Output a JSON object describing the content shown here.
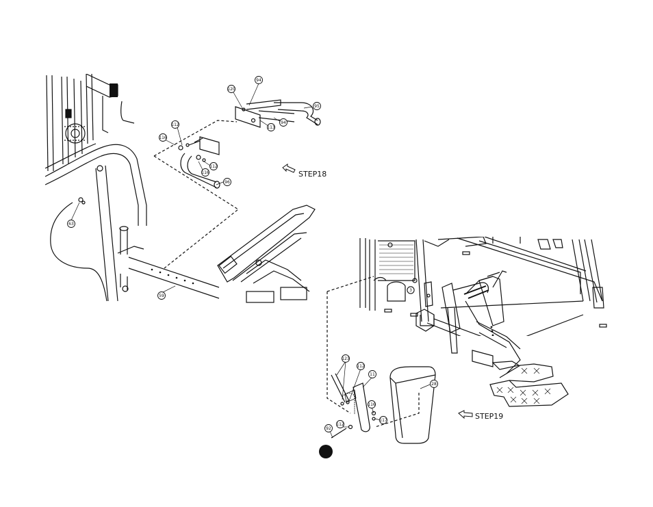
{
  "step18": {
    "label": "STEP18"
  },
  "step19": {
    "label": "STEP19"
  },
  "callouts": {
    "c94a": "94",
    "c120": "120",
    "c95": "95",
    "c113a": "113",
    "c94b": "94",
    "c112a": "112",
    "c116a": "116",
    "c112b": "112",
    "c116b": "116",
    "c96": "96",
    "c63": "63",
    "c59": "59",
    "c3": "3",
    "c123": "123",
    "c112c": "112",
    "c11": "11",
    "c28": "28",
    "c116c": "116",
    "c117": "117",
    "c112d": "112",
    "c92": "92"
  },
  "icons": {
    "arrow": "outline-arrow-icon",
    "marker": "black-dot-icon"
  }
}
